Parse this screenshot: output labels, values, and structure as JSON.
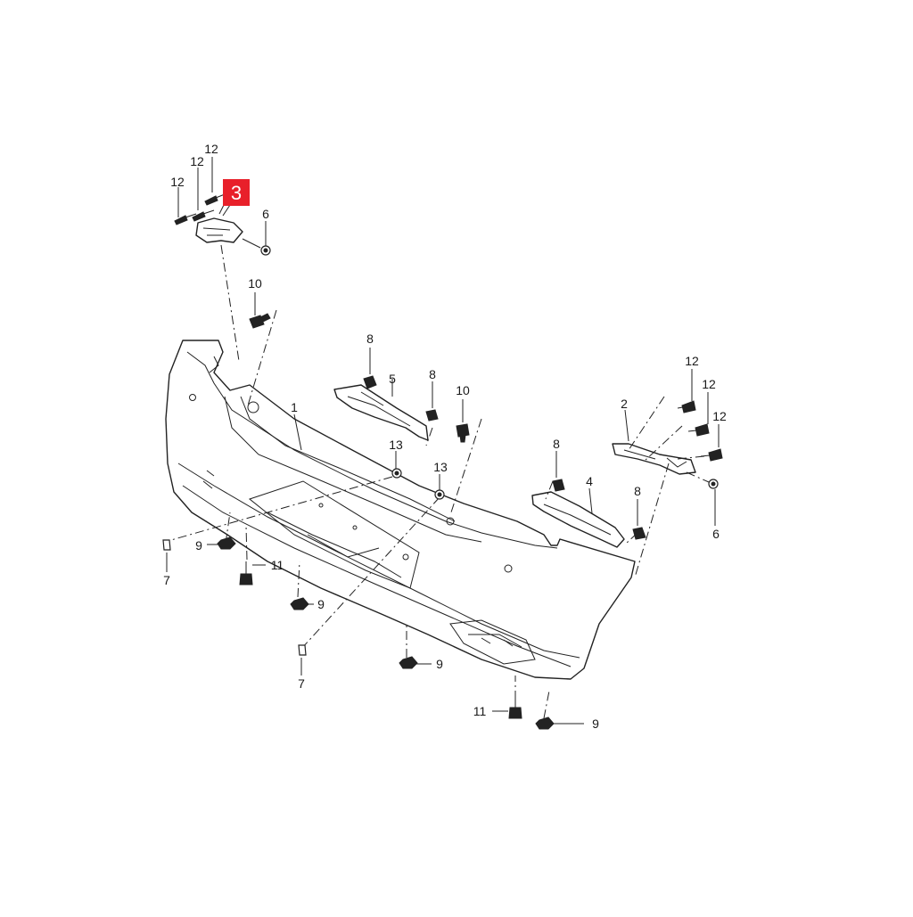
{
  "highlight": {
    "number": "3",
    "color": "#e8202a"
  },
  "callouts": {
    "p1": "1",
    "p2": "2",
    "p4": "4",
    "p5": "5",
    "p6a": "6",
    "p6b": "6",
    "p7a": "7",
    "p7b": "7",
    "p8a": "8",
    "p8b": "8",
    "p8c": "8",
    "p8d": "8",
    "p9a": "9",
    "p9b": "9",
    "p9c": "9",
    "p9d": "9",
    "p10a": "10",
    "p10b": "10",
    "p11a": "11",
    "p11b": "11",
    "p12a": "12",
    "p12b": "12",
    "p12c": "12",
    "p12d": "12",
    "p12e": "12",
    "p12f": "12",
    "p13a": "13",
    "p13b": "13"
  },
  "icons": [
    "bolt-icon",
    "nut-icon",
    "clip-icon",
    "screw-icon"
  ]
}
